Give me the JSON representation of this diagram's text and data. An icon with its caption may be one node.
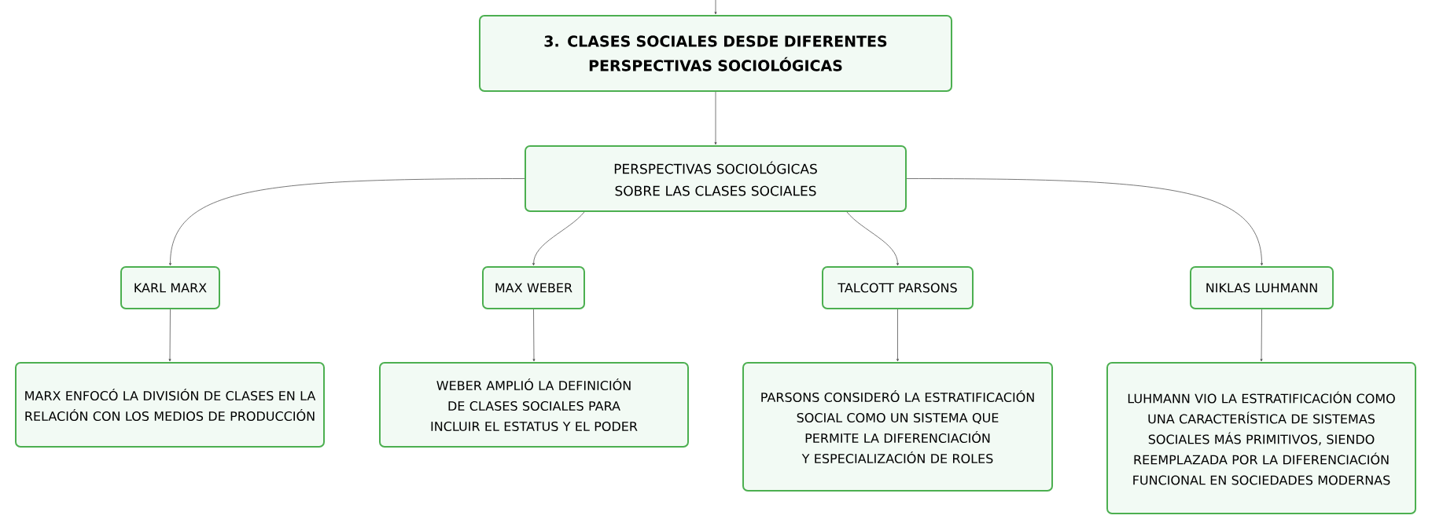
{
  "diagram": {
    "nodes": [
      {
        "text": [
          "3. CLASES SOCIALES DESDE DIFERENTES PERSPECTIVAS SOCIOLÓGICAS"
        ]
      },
      {
        "text": [
          "PERSPECTIVAS SOCIOLÓGICAS SOBRE LAS CLASES SOCIALES"
        ]
      },
      {
        "text": [
          "KARL MARX"
        ]
      },
      {
        "text": [
          "MAX WEBER"
        ]
      },
      {
        "text": [
          "TALCOTT PARSONS"
        ]
      },
      {
        "text": [
          "NIKLAS LUHMANN"
        ]
      },
      {
        "text": [
          "MARX ENFOCÓ LA DIVISIÓN DE CLASES EN LA RELACIÓN CON LOS MEDIOS DE PRODUCCIÓN"
        ]
      },
      {
        "text": [
          "WEBER AMPLIÓ LA DEFINICIÓN DE CLASES SOCIALES PARA INCLUIR EL ESTATUS Y EL PODER"
        ]
      },
      {
        "text": [
          "PARSONS CONSIDERÓ LA ESTRATIFICACIÓN SOCIAL COMO UN SISTEMA QUE PERMITE LA DIFERENCIACIÓN Y ESPECIALIZACIÓN DE ROLES"
        ]
      },
      {
        "text": [
          "LUHMANN VIO LA ESTRATIFICACIÓN COMO UNA CARACTERÍSTICA DE SISTEMAS SOCIALES MÁS PRIMITIVOS, SIENDO REEMPLAZADA POR LA DIFERENCIACIÓN FUNCIONAL EN SOCIEDADES MODERNAS"
        ]
      }
    ],
    "edges": [
      {
        "from": null,
        "to": 0,
        "arrow": "to"
      },
      {
        "from": 0,
        "to": 1,
        "arrow": "to"
      },
      {
        "from": 1,
        "to": 2,
        "arrow": "to"
      },
      {
        "from": 1,
        "to": 3,
        "arrow": "to"
      },
      {
        "from": 1,
        "to": 4,
        "arrow": "to"
      },
      {
        "from": 1,
        "to": 5,
        "arrow": "to"
      },
      {
        "from": 2,
        "to": 6,
        "arrow": "to"
      },
      {
        "from": 3,
        "to": 7,
        "arrow": "to"
      },
      {
        "from": 4,
        "to": 8,
        "arrow": "to"
      },
      {
        "from": 5,
        "to": 9,
        "arrow": "to"
      }
    ]
  }
}
